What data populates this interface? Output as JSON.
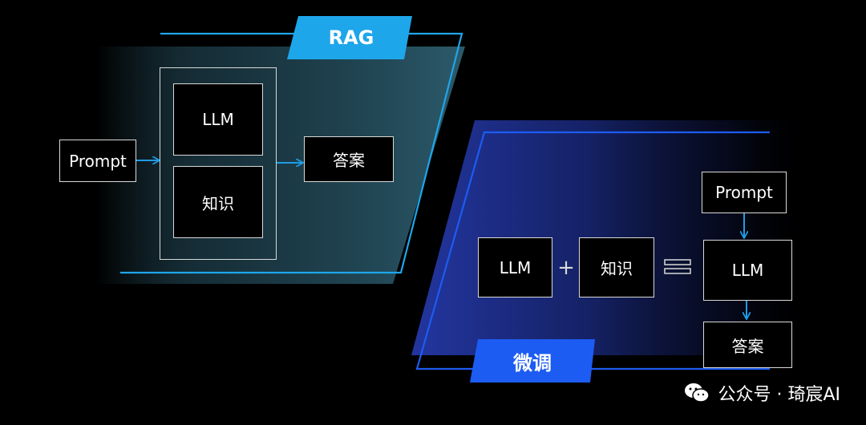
{
  "colors": {
    "background": "#000000",
    "rag_panel": "#2a5565",
    "rag_accent": "#1ea6ea",
    "finetune_panel": "#1f2f86",
    "finetune_accent": "#1d5cf2",
    "box_border": "#d9d9d9",
    "arrow": "#1e9ce6"
  },
  "rag": {
    "tag": "RAG",
    "prompt": "Prompt",
    "llm": "LLM",
    "knowledge": "知识",
    "answer": "答案"
  },
  "finetune": {
    "tag": "微调",
    "llm": "LLM",
    "plus": "+",
    "knowledge": "知识",
    "prompt": "Prompt",
    "result_llm": "LLM",
    "answer": "答案"
  },
  "watermark": {
    "icon": "wechat-icon",
    "text": "公众号 · 琦宸AI"
  }
}
